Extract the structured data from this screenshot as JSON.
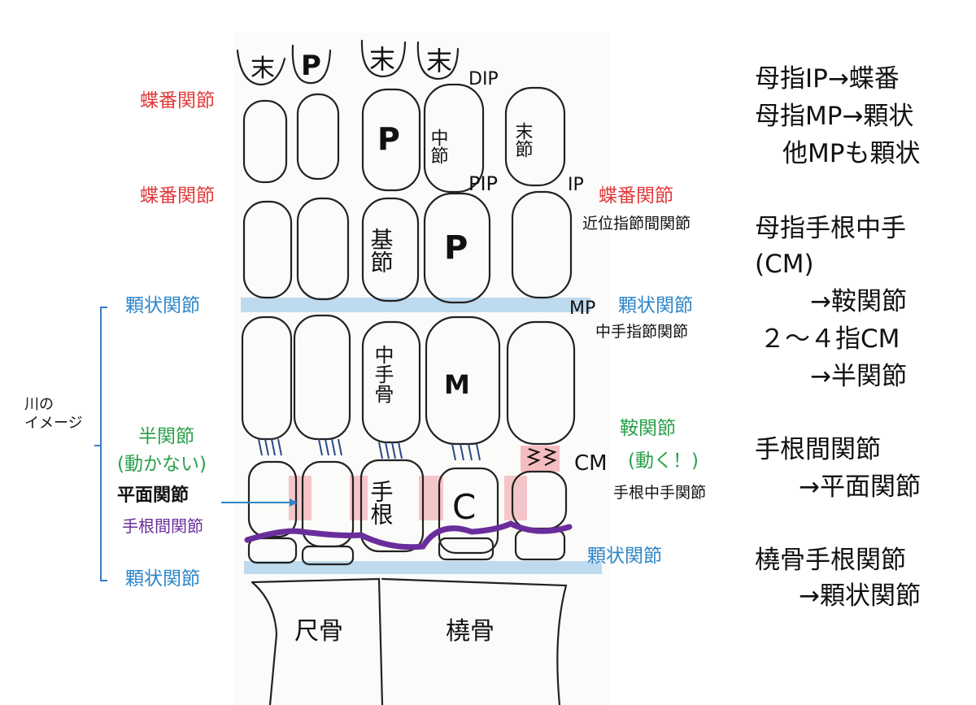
{
  "diagram": {
    "bone_glyphs": {
      "distal": "末",
      "p": "P",
      "middle": "中節",
      "distal_phalanx": "末節",
      "proximal": "基節",
      "metacarpal": "中手骨",
      "m": "M",
      "carpal": "手根",
      "c": "C",
      "ulna": "尺骨",
      "radius": "橈骨"
    },
    "joint_tags": {
      "dip": "DIP",
      "pip": "PIP",
      "ip": "IP",
      "mp": "MP",
      "cm": "CM"
    },
    "left_labels": {
      "hinge_top": "蝶番関節",
      "hinge_mid": "蝶番関節",
      "condyloid_mp": "顆状関節",
      "river_line1": "川の",
      "river_line2": "イメージ",
      "semi_line1": "半関節",
      "semi_line2": "(動かない)",
      "plane": "平面関節",
      "intercarpal": "手根間関節",
      "condyloid_wrist": "顆状関節"
    },
    "right_labels": {
      "hinge": "蝶番関節",
      "pip_full": "近位指節間関節",
      "condyloid": "顆状関節",
      "mcp_full": "中手指節関節",
      "saddle": "鞍関節",
      "moves": "(動く！)",
      "cmc_full": "手根中手関節",
      "condyloid_wrist": "顆状関節"
    },
    "notes": [
      "母指IP→蝶番",
      "母指MP→顆状",
      "他MPも顆状",
      "母指手根中手",
      "(CM)",
      "→鞍関節",
      "２〜４指CM",
      "→半関節",
      "手根間関節",
      "→平面関節",
      "橈骨手根関節",
      "→顆状関節"
    ],
    "colors": {
      "red": "#e2393a",
      "blue": "#2e86c8",
      "green": "#2aa04a",
      "purple": "#6a2e9c",
      "blue_band": "#8cc0e6",
      "pink_band": "#f2a3a8"
    }
  }
}
